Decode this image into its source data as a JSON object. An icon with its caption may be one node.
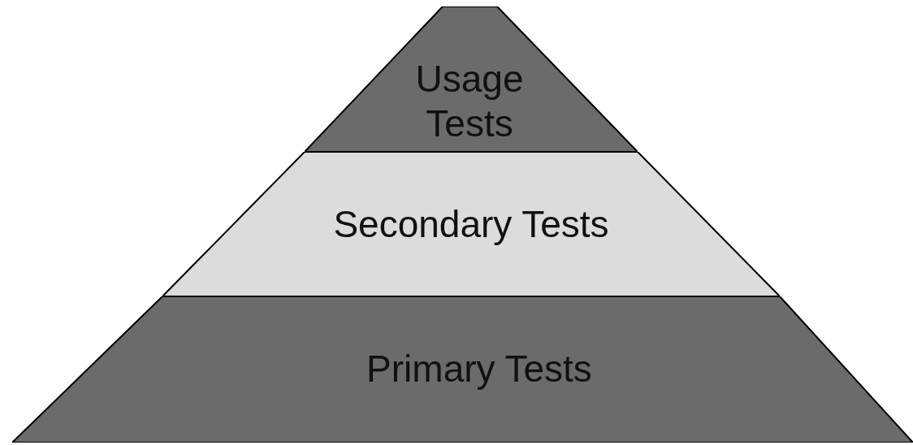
{
  "diagram": {
    "nodes": [
      {
        "text": [
          "Usage Tests"
        ]
      },
      {
        "text": [
          "Secondary Tests"
        ]
      },
      {
        "text": [
          "Primary Tests"
        ]
      }
    ]
  }
}
